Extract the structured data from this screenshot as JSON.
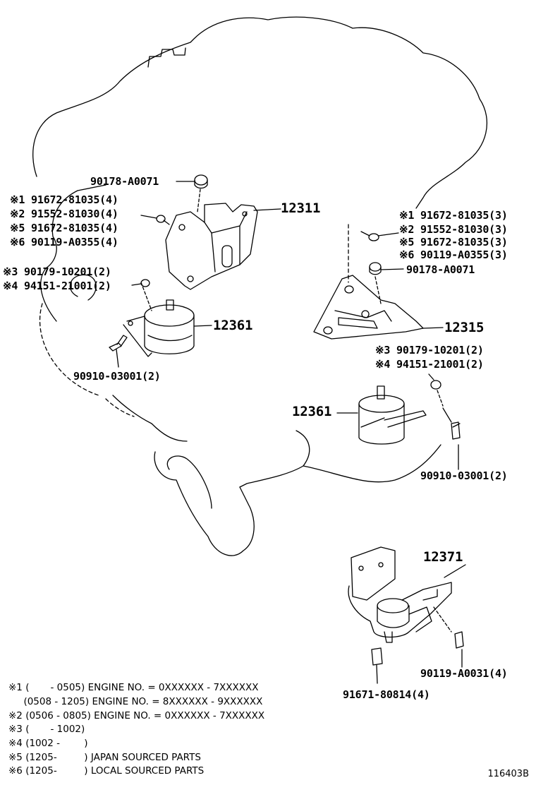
{
  "labels": {
    "l_90178_top": "90178-A0071",
    "l_left_s1": "※1 91672-81035(4)",
    "l_left_s2": "※2 91552-81030(4)",
    "l_left_s5": "※5 91672-81035(4)",
    "l_left_s6": "※6 90119-A0355(4)",
    "l_left_s3": "※3 90179-10201(2)",
    "l_left_s4": "※4 94151-21001(2)",
    "l_12311": "12311",
    "l_12361_left": "12361",
    "l_90910_left": "90910-03001(2)",
    "l_right_s1": "※1 91672-81035(3)",
    "l_right_s2": "※2 91552-81030(3)",
    "l_right_s5": "※5 91672-81035(3)",
    "l_right_s6": "※6 90119-A0355(3)",
    "l_90178_right": "90178-A0071",
    "l_12315": "12315",
    "l_right_s3": "※3 90179-10201(2)",
    "l_right_s4": "※4 94151-21001(2)",
    "l_12361_right": "12361",
    "l_90910_right": "90910-03001(2)",
    "l_12371": "12371",
    "l_90119_a0031": "90119-A0031(4)",
    "l_91671": "91671-80814(4)"
  },
  "notes": [
    "※1 (       - 0505) ENGINE NO. = 0XXXXXX - 7XXXXXX",
    "     (0508 - 1205) ENGINE NO. = 8XXXXXX - 9XXXXXX",
    "※2 (0506 - 0805) ENGINE NO. = 0XXXXXX - 7XXXXXX",
    "※3 (       - 1002)",
    "※4 (1002 -        )",
    "※5 (1205-         ) JAPAN SOURCED PARTS",
    "※6 (1205-         ) LOCAL SOURCED PARTS"
  ],
  "illustration_code": "116403B"
}
